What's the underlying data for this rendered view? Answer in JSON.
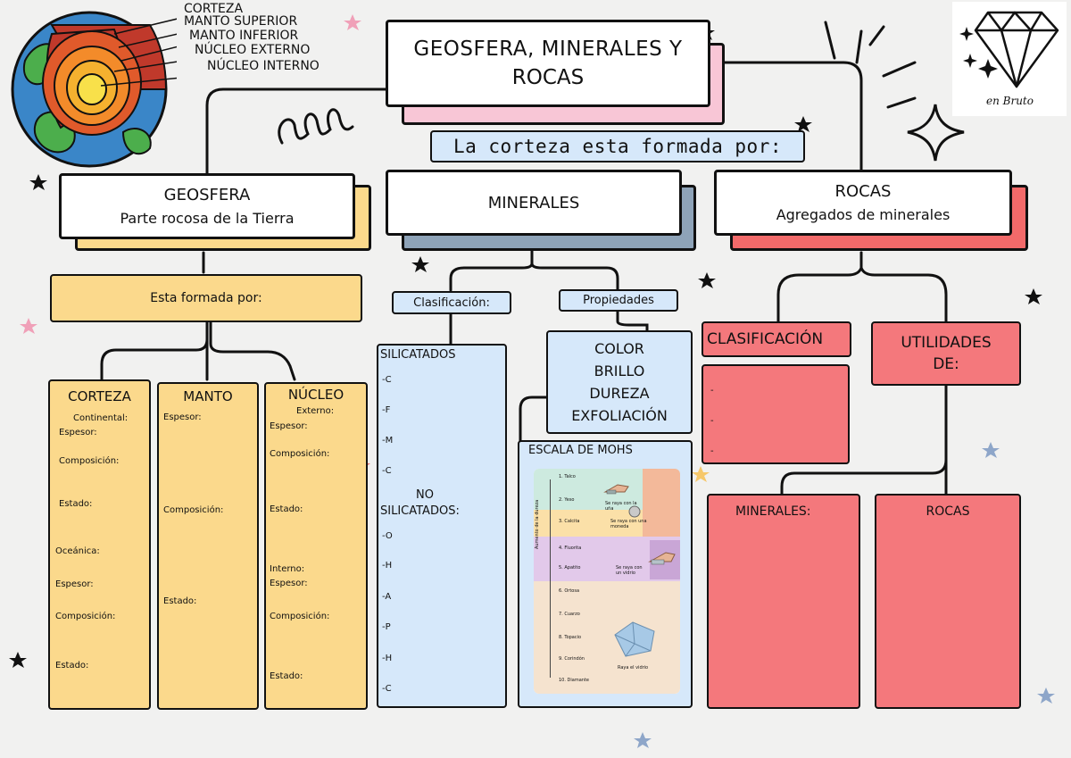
{
  "earth_labels": [
    "CORTEZA",
    "MANTO SUPERIOR",
    "MANTO INFERIOR",
    "NÚCLEO EXTERNO",
    "NÚCLEO INTERNO"
  ],
  "title": {
    "line1": "GEOSFERA, MINERALES  Y",
    "line2": "ROCAS"
  },
  "subtitle": "La corteza esta formada por:",
  "logo_text": "en Bruto",
  "geosfera": {
    "title": "GEOSFERA",
    "subtitle": "Parte rocosa de la Tierra",
    "formada": "Esta formada por:",
    "corteza": {
      "title": "CORTEZA",
      "continental": "Continental:",
      "espesor": "Espesor:",
      "composicion": "Composición:",
      "estado": "Estado:",
      "oceanica": "Oceánica:",
      "espesor2": "Espesor:",
      "composicion2": "Composición:",
      "estado2": "Estado:"
    },
    "manto": {
      "title": "MANTO",
      "espesor": "Espesor:",
      "composicion": "Composición:",
      "estado": "Estado:"
    },
    "nucleo": {
      "title": "NÚCLEO",
      "externo": "Externo:",
      "espesor": "Espesor:",
      "composicion": "Composición:",
      "estado": "Estado:",
      "interno": "Interno:",
      "espesor2": "Espesor:",
      "composicion2": "Composición:",
      "estado2": "Estado:"
    }
  },
  "minerales": {
    "title": "MINERALES",
    "clasificacion": "Clasificación:",
    "propiedades": "Propiedades",
    "silicatados": "SILICATADOS",
    "sil_items": [
      "-C",
      "-F",
      "-M",
      "-C"
    ],
    "no_sil_1": "NO",
    "no_sil_2": "SILICATADOS:",
    "nosil_items": [
      "-O",
      "-H",
      "-A",
      "-P",
      "-H",
      "-C"
    ],
    "props": [
      "COLOR",
      "BRILLO",
      "DUREZA",
      "EXFOLIACIÓN"
    ],
    "mohs_title": "ESCALA DE MOHS",
    "mohs_rows": [
      "1. Talco",
      "2. Yeso",
      "3. Calcita",
      "4. Fluorita",
      "5. Apatito",
      "6. Ortosa",
      "7. Cuarzo",
      "8. Topacio",
      "9. Corindón",
      "10. Diamante"
    ],
    "mohs_notes": [
      "Se raya con la uña",
      "Se raya con una moneda",
      "Se raya con un vidrio",
      "Raya el vidrio"
    ],
    "mohs_axis": "Aumento de la dureza"
  },
  "rocas": {
    "title": "ROCAS",
    "subtitle": "Agregados de minerales",
    "clasificacion": "CLASIFICACIÓN",
    "clas_items": [
      "-",
      "-",
      "-"
    ],
    "utilidades_1": "UTILIDADES",
    "utilidades_2": "DE:",
    "minerales": "MINERALES:",
    "rocas": "ROCAS"
  },
  "colors": {
    "background": "#f1f1f0",
    "yellow": "#fbd98c",
    "blue": "#d6e8fa",
    "red": "#f4787c",
    "pink": "#f8c6d6",
    "slate": "#8ea3b8",
    "ink": "#111111"
  }
}
